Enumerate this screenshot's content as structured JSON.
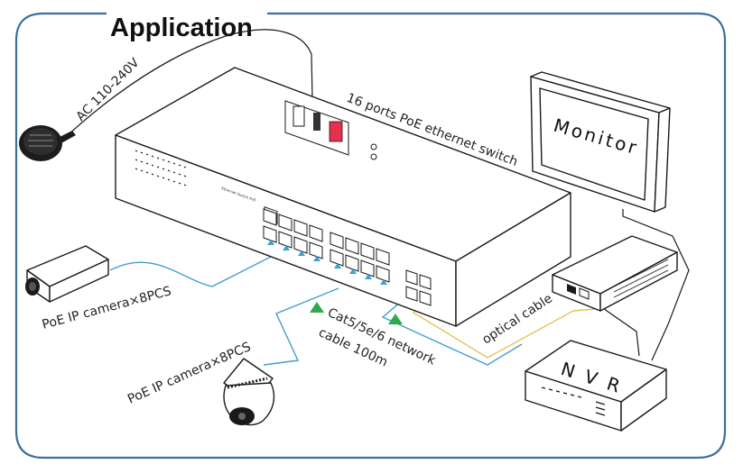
{
  "title": "Application",
  "labels": {
    "power": "AC 110-240V",
    "switch": "16 ports PoE ethernet switch",
    "monitor": "Monitor",
    "camera_bullet": "PoE IP camera×8PCS",
    "camera_dome": "PoE IP camera×8PCS",
    "cable_line1": "Cat5/5e/6 network",
    "cable_line2": "cable 100m",
    "optical": "optical cable",
    "nvr": "N V R",
    "panel_text": "Ethernet Switch PoE"
  },
  "colors": {
    "frame": "#3b6fa0",
    "network_cable": "#3f9fce",
    "optical_cable": "#e6c25a",
    "arrow": "#2fa84f",
    "outline": "#1a1a1a"
  },
  "icons": [
    "power-plug-icon",
    "bullet-camera-icon",
    "dome-camera-icon",
    "monitor-icon",
    "media-converter-icon",
    "nvr-icon",
    "switch-icon",
    "arrow-up-icon"
  ]
}
